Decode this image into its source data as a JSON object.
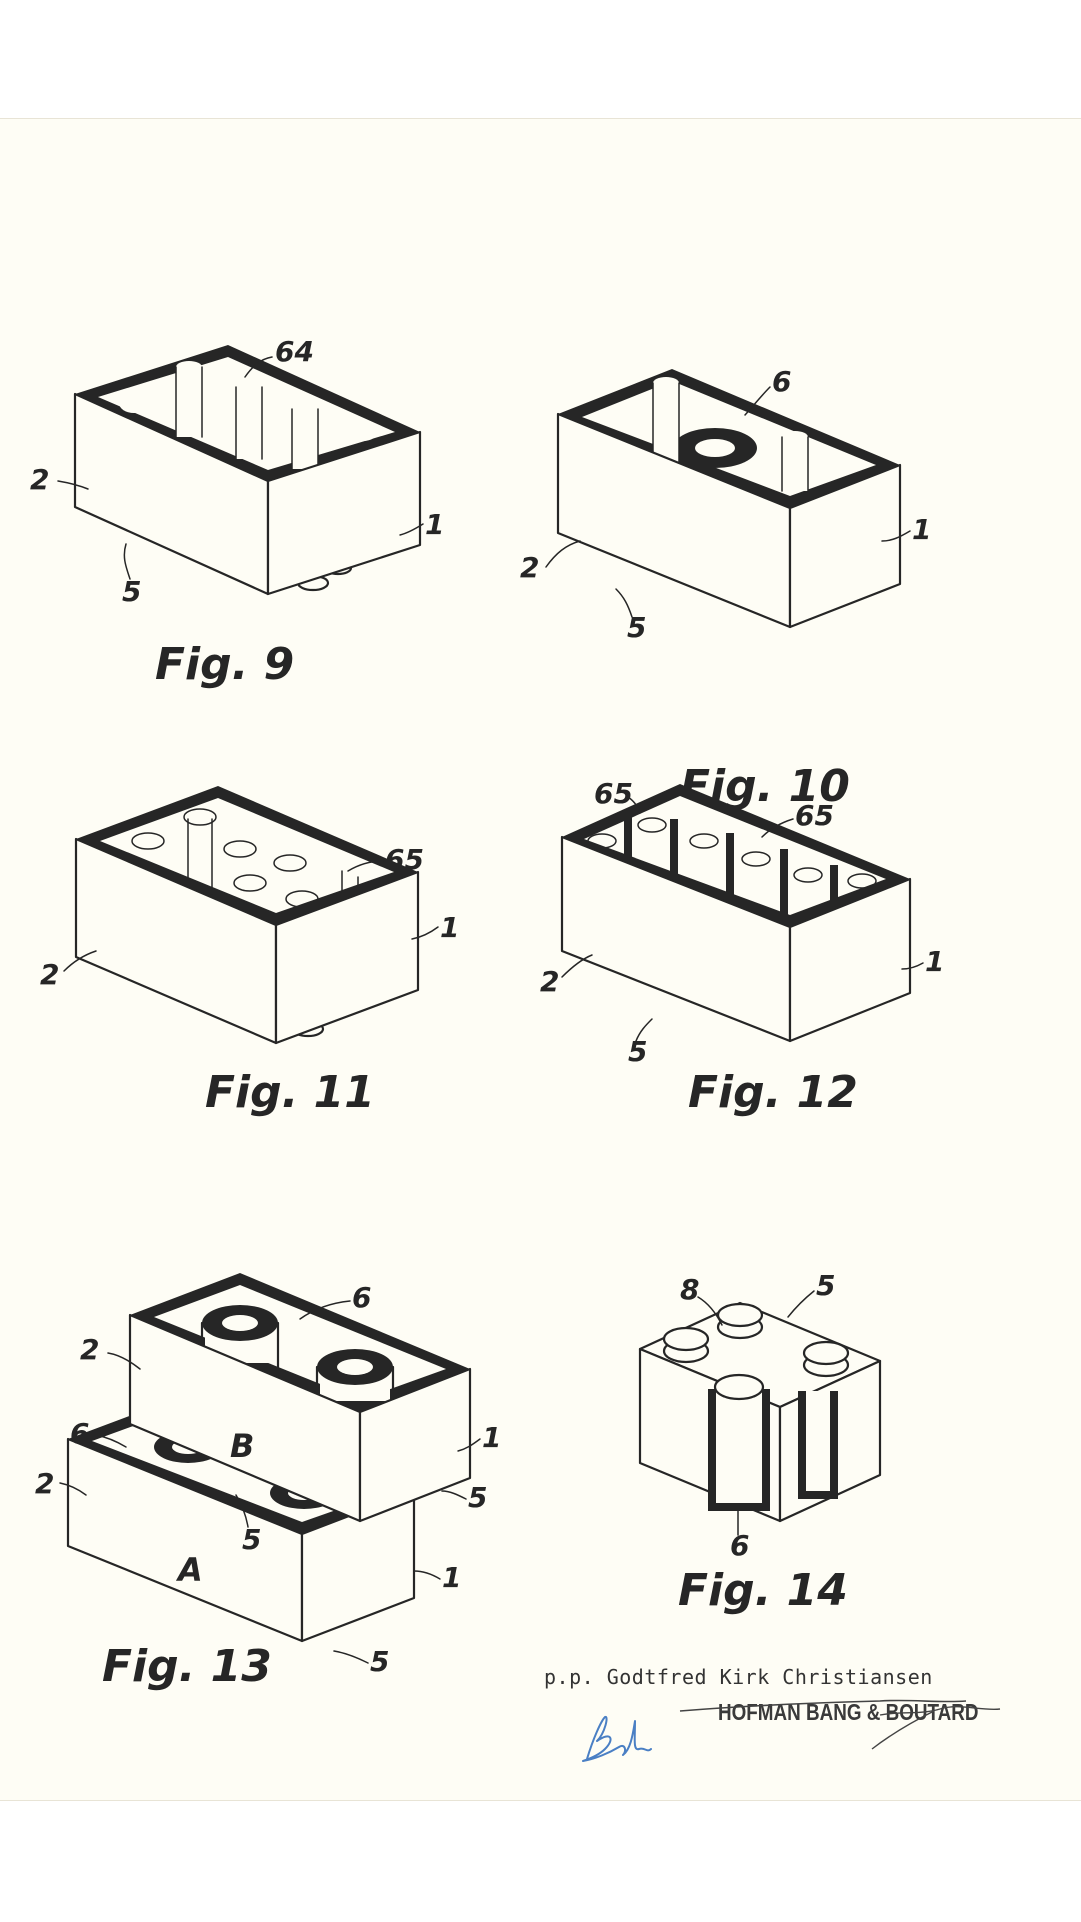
{
  "figures": [
    {
      "caption": "Fig. 9",
      "refs": [
        "64",
        "2",
        "1",
        "5"
      ]
    },
    {
      "caption": "Fig. 10",
      "refs": [
        "6",
        "1",
        "2",
        "5"
      ]
    },
    {
      "caption": "Fig. 11",
      "refs": [
        "65",
        "2",
        "1"
      ]
    },
    {
      "caption": "Fig. 12",
      "refs": [
        "65",
        "65",
        "2",
        "1",
        "5"
      ]
    },
    {
      "caption": "Fig. 13",
      "refs": [
        "6",
        "2",
        "1",
        "B",
        "6",
        "2",
        "5",
        "A",
        "5",
        "1",
        "5"
      ]
    },
    {
      "caption": "Fig. 14",
      "refs": [
        "8",
        "5",
        "6"
      ]
    }
  ],
  "signature": {
    "typed_line": "p.p. Godtfred Kirk Christiansen",
    "stamp": "HOFMAN BANG & BOUTARD"
  },
  "colors": {
    "ink": "#262626",
    "paper": "#fefdf5",
    "signature_ink": "#4a7fc4"
  }
}
